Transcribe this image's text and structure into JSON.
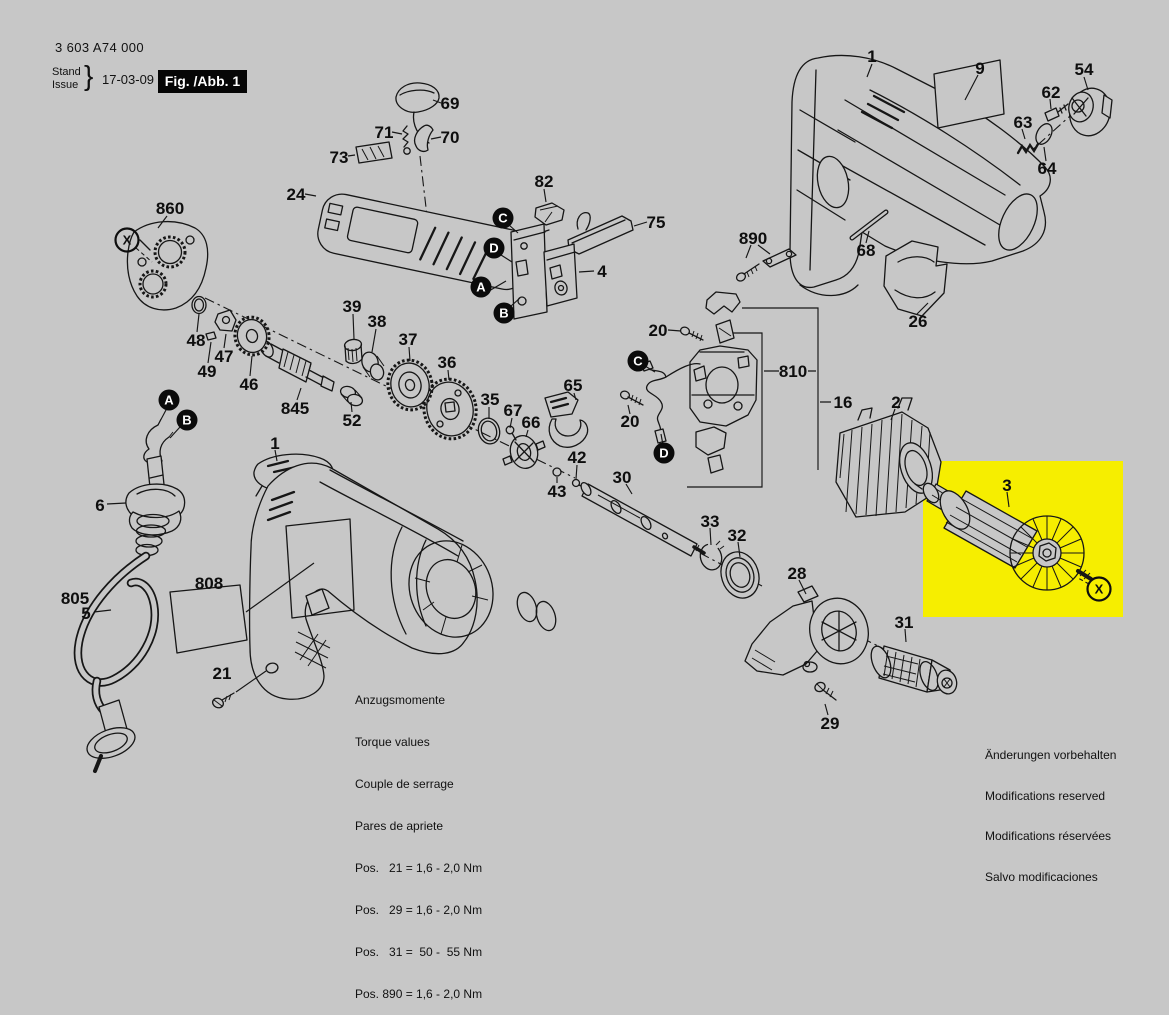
{
  "page": {
    "background_color": "#c7c7c7",
    "highlight_color": "#f6ee00"
  },
  "header": {
    "type_number": "3 603 A74 000",
    "stand_label": "Stand",
    "issue_label": "Issue",
    "brace": "}",
    "date": "17-03-09",
    "figure_badge": "Fig. /Abb. 1"
  },
  "torque_note": {
    "lines": [
      "Anzugsmomente",
      "Torque values",
      "Couple de serrage",
      "Pares de apriete",
      "Pos.   21 = 1,6 - 2,0 Nm",
      "Pos.   29 = 1,6 - 2,0 Nm",
      "Pos.   31 =  50 -  55 Nm",
      "Pos. 890 = 1,6 - 2,0 Nm"
    ]
  },
  "footer_note": {
    "lines": [
      "Änderungen vorbehalten",
      "Modifications reserved",
      "Modifications réservées",
      "Salvo modificaciones"
    ]
  },
  "labels": {
    "p1": "1",
    "p2": "2",
    "p3": "3",
    "p4": "4",
    "p5": "5",
    "p6": "6",
    "p9": "9",
    "p16": "16",
    "p20": "20",
    "p21": "21",
    "p24": "24",
    "p26": "26",
    "p28": "28",
    "p29": "29",
    "p30": "30",
    "p31": "31",
    "p32": "32",
    "p33": "33",
    "p35": "35",
    "p36": "36",
    "p37": "37",
    "p38": "38",
    "p39": "39",
    "p42": "42",
    "p43": "43",
    "p46": "46",
    "p47": "47",
    "p48": "48",
    "p49": "49",
    "p52": "52",
    "p54": "54",
    "p62": "62",
    "p63": "63",
    "p64": "64",
    "p65": "65",
    "p66": "66",
    "p67": "67",
    "p68": "68",
    "p69": "69",
    "p70": "70",
    "p71": "71",
    "p73": "73",
    "p75": "75",
    "p82": "82",
    "p805": "805",
    "p808": "808",
    "p810": "810",
    "p845": "845",
    "p860": "860",
    "p890": "890",
    "A": "A",
    "B": "B",
    "C": "C",
    "D": "D",
    "X": "X"
  }
}
